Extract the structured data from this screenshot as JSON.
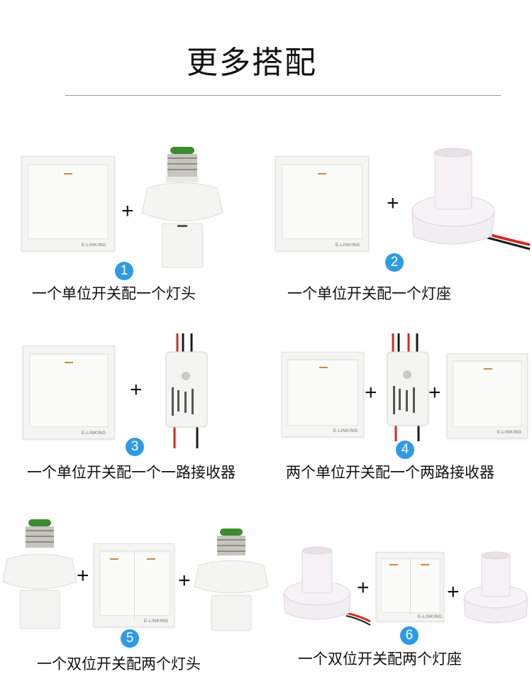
{
  "page": {
    "title": "更多搭配"
  },
  "brand": "E-LINKING",
  "combos": [
    {
      "num": "1",
      "caption": "一个单位开关配一个灯头"
    },
    {
      "num": "2",
      "caption": "一个单位开关配一个灯座"
    },
    {
      "num": "3",
      "caption": "一个单位开关配一个一路接收器"
    },
    {
      "num": "4",
      "caption": "两个单位开关配一个两路接收器"
    },
    {
      "num": "5",
      "caption": "一个双位开关配两个灯头"
    },
    {
      "num": "6",
      "caption": "一个双位开关配两个灯座"
    }
  ],
  "plus_sign": "+",
  "icons": [
    "single-switch-panel",
    "double-switch-panel",
    "bulb-socket",
    "lamp-holder",
    "receiver-module"
  ],
  "colors": {
    "badge": "#2f9be4",
    "rule": "#9a9a9a",
    "wire_red": "#d42a1e",
    "wire_black": "#1a1a1a"
  }
}
